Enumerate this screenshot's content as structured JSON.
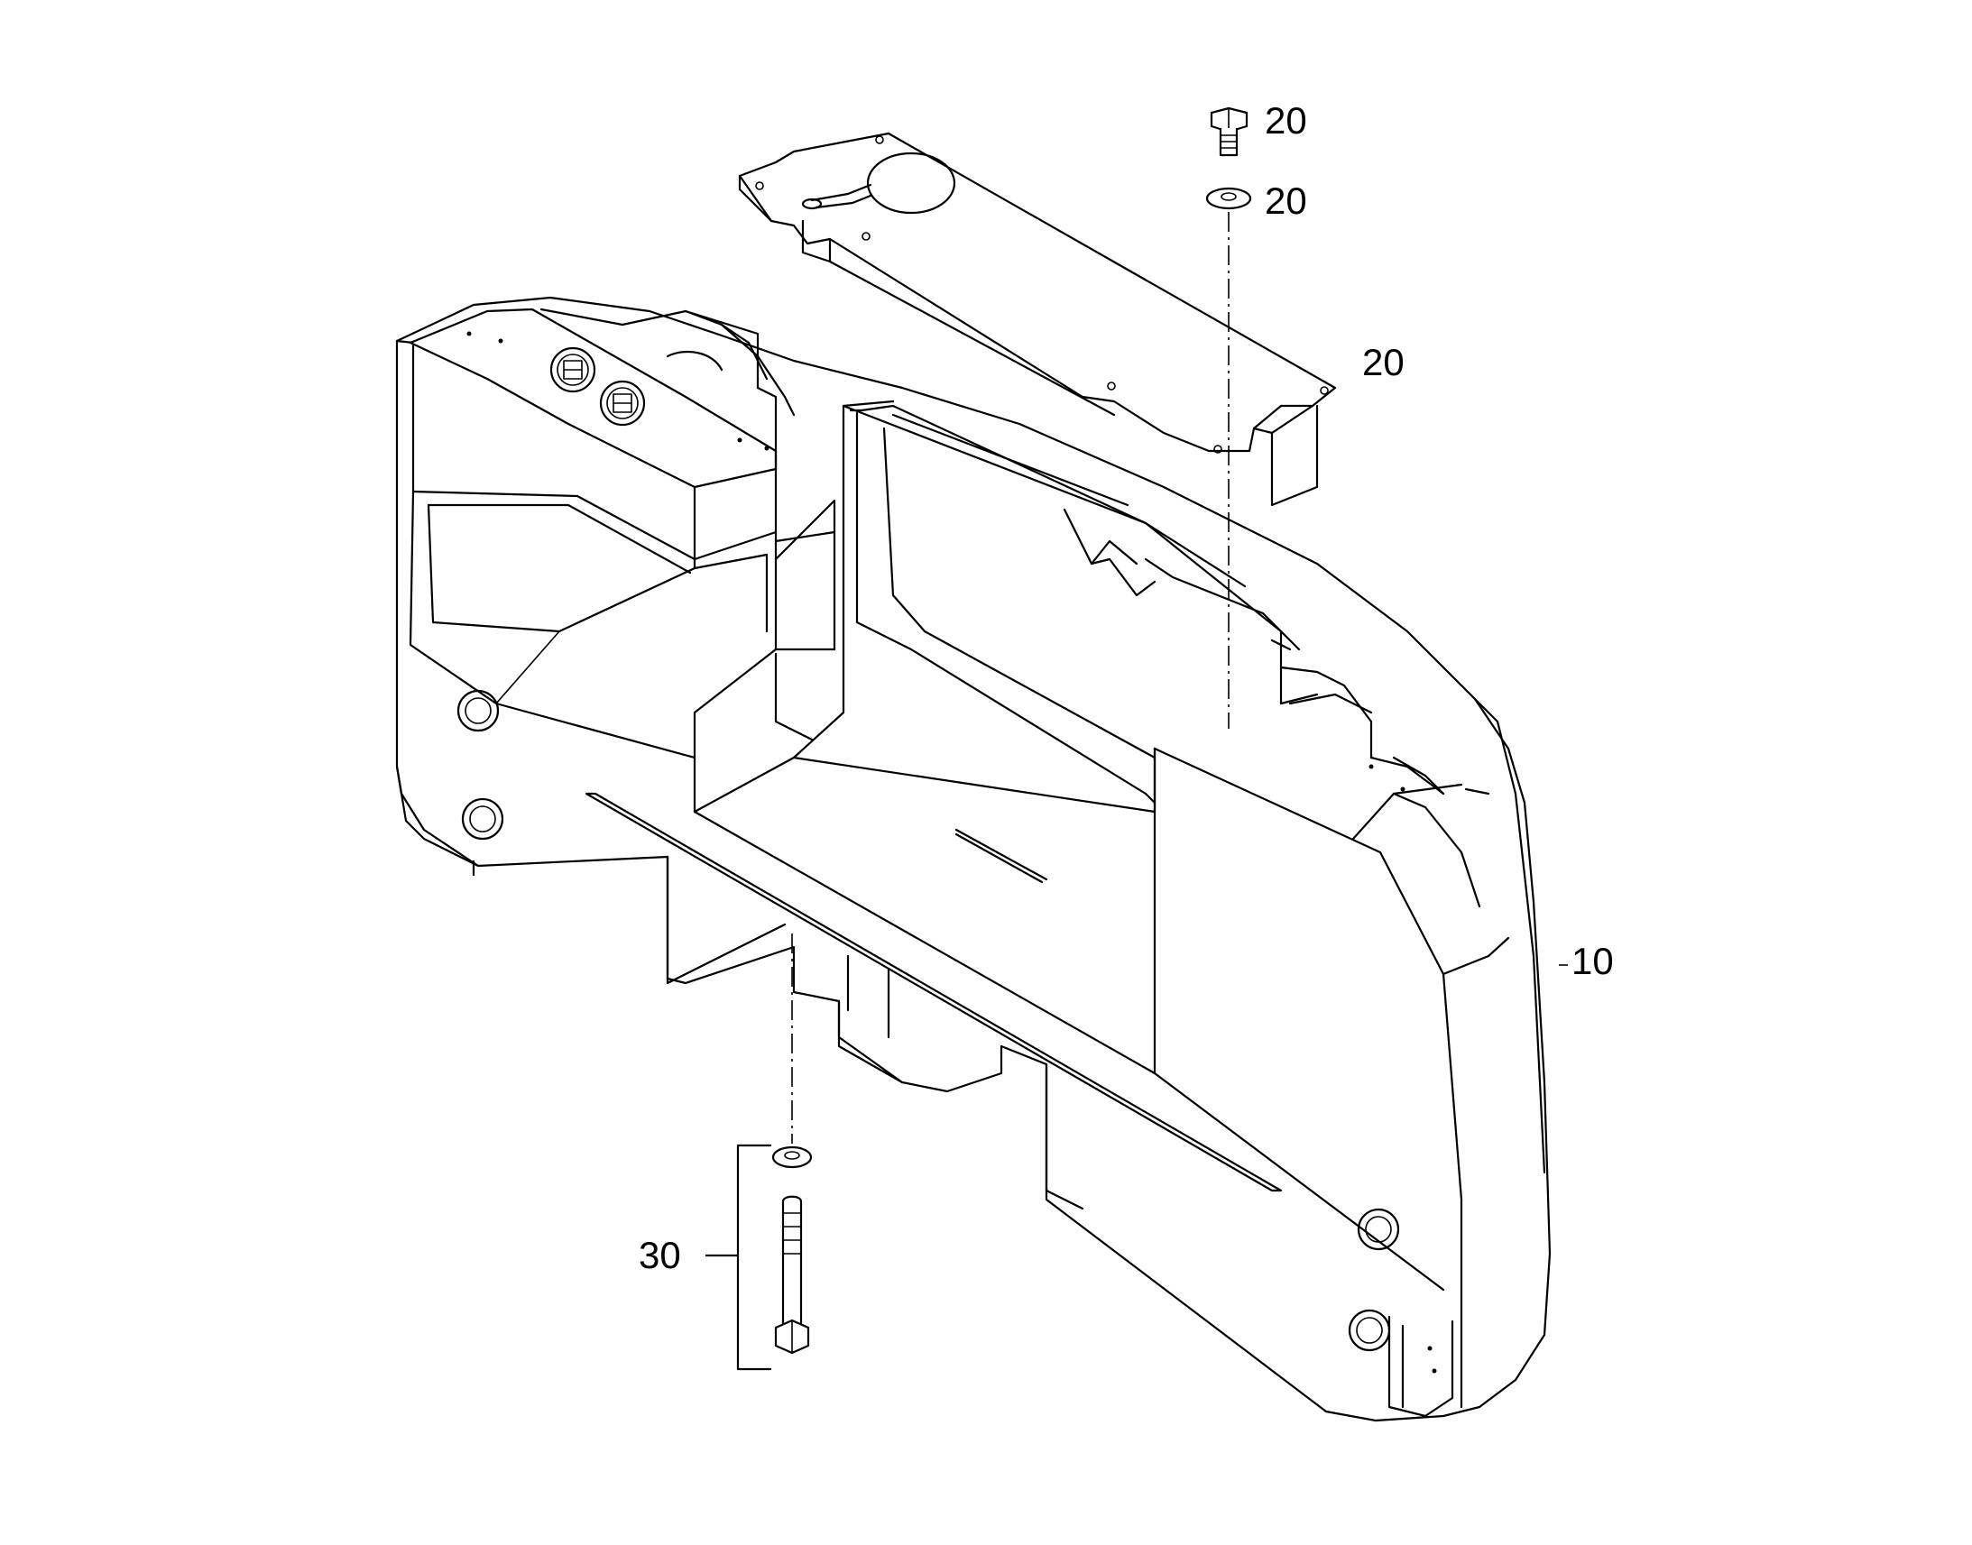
{
  "callouts": {
    "bolt": "20",
    "washer": "20",
    "bracket": "20",
    "counterweight": "10",
    "bolt_set": "30"
  }
}
